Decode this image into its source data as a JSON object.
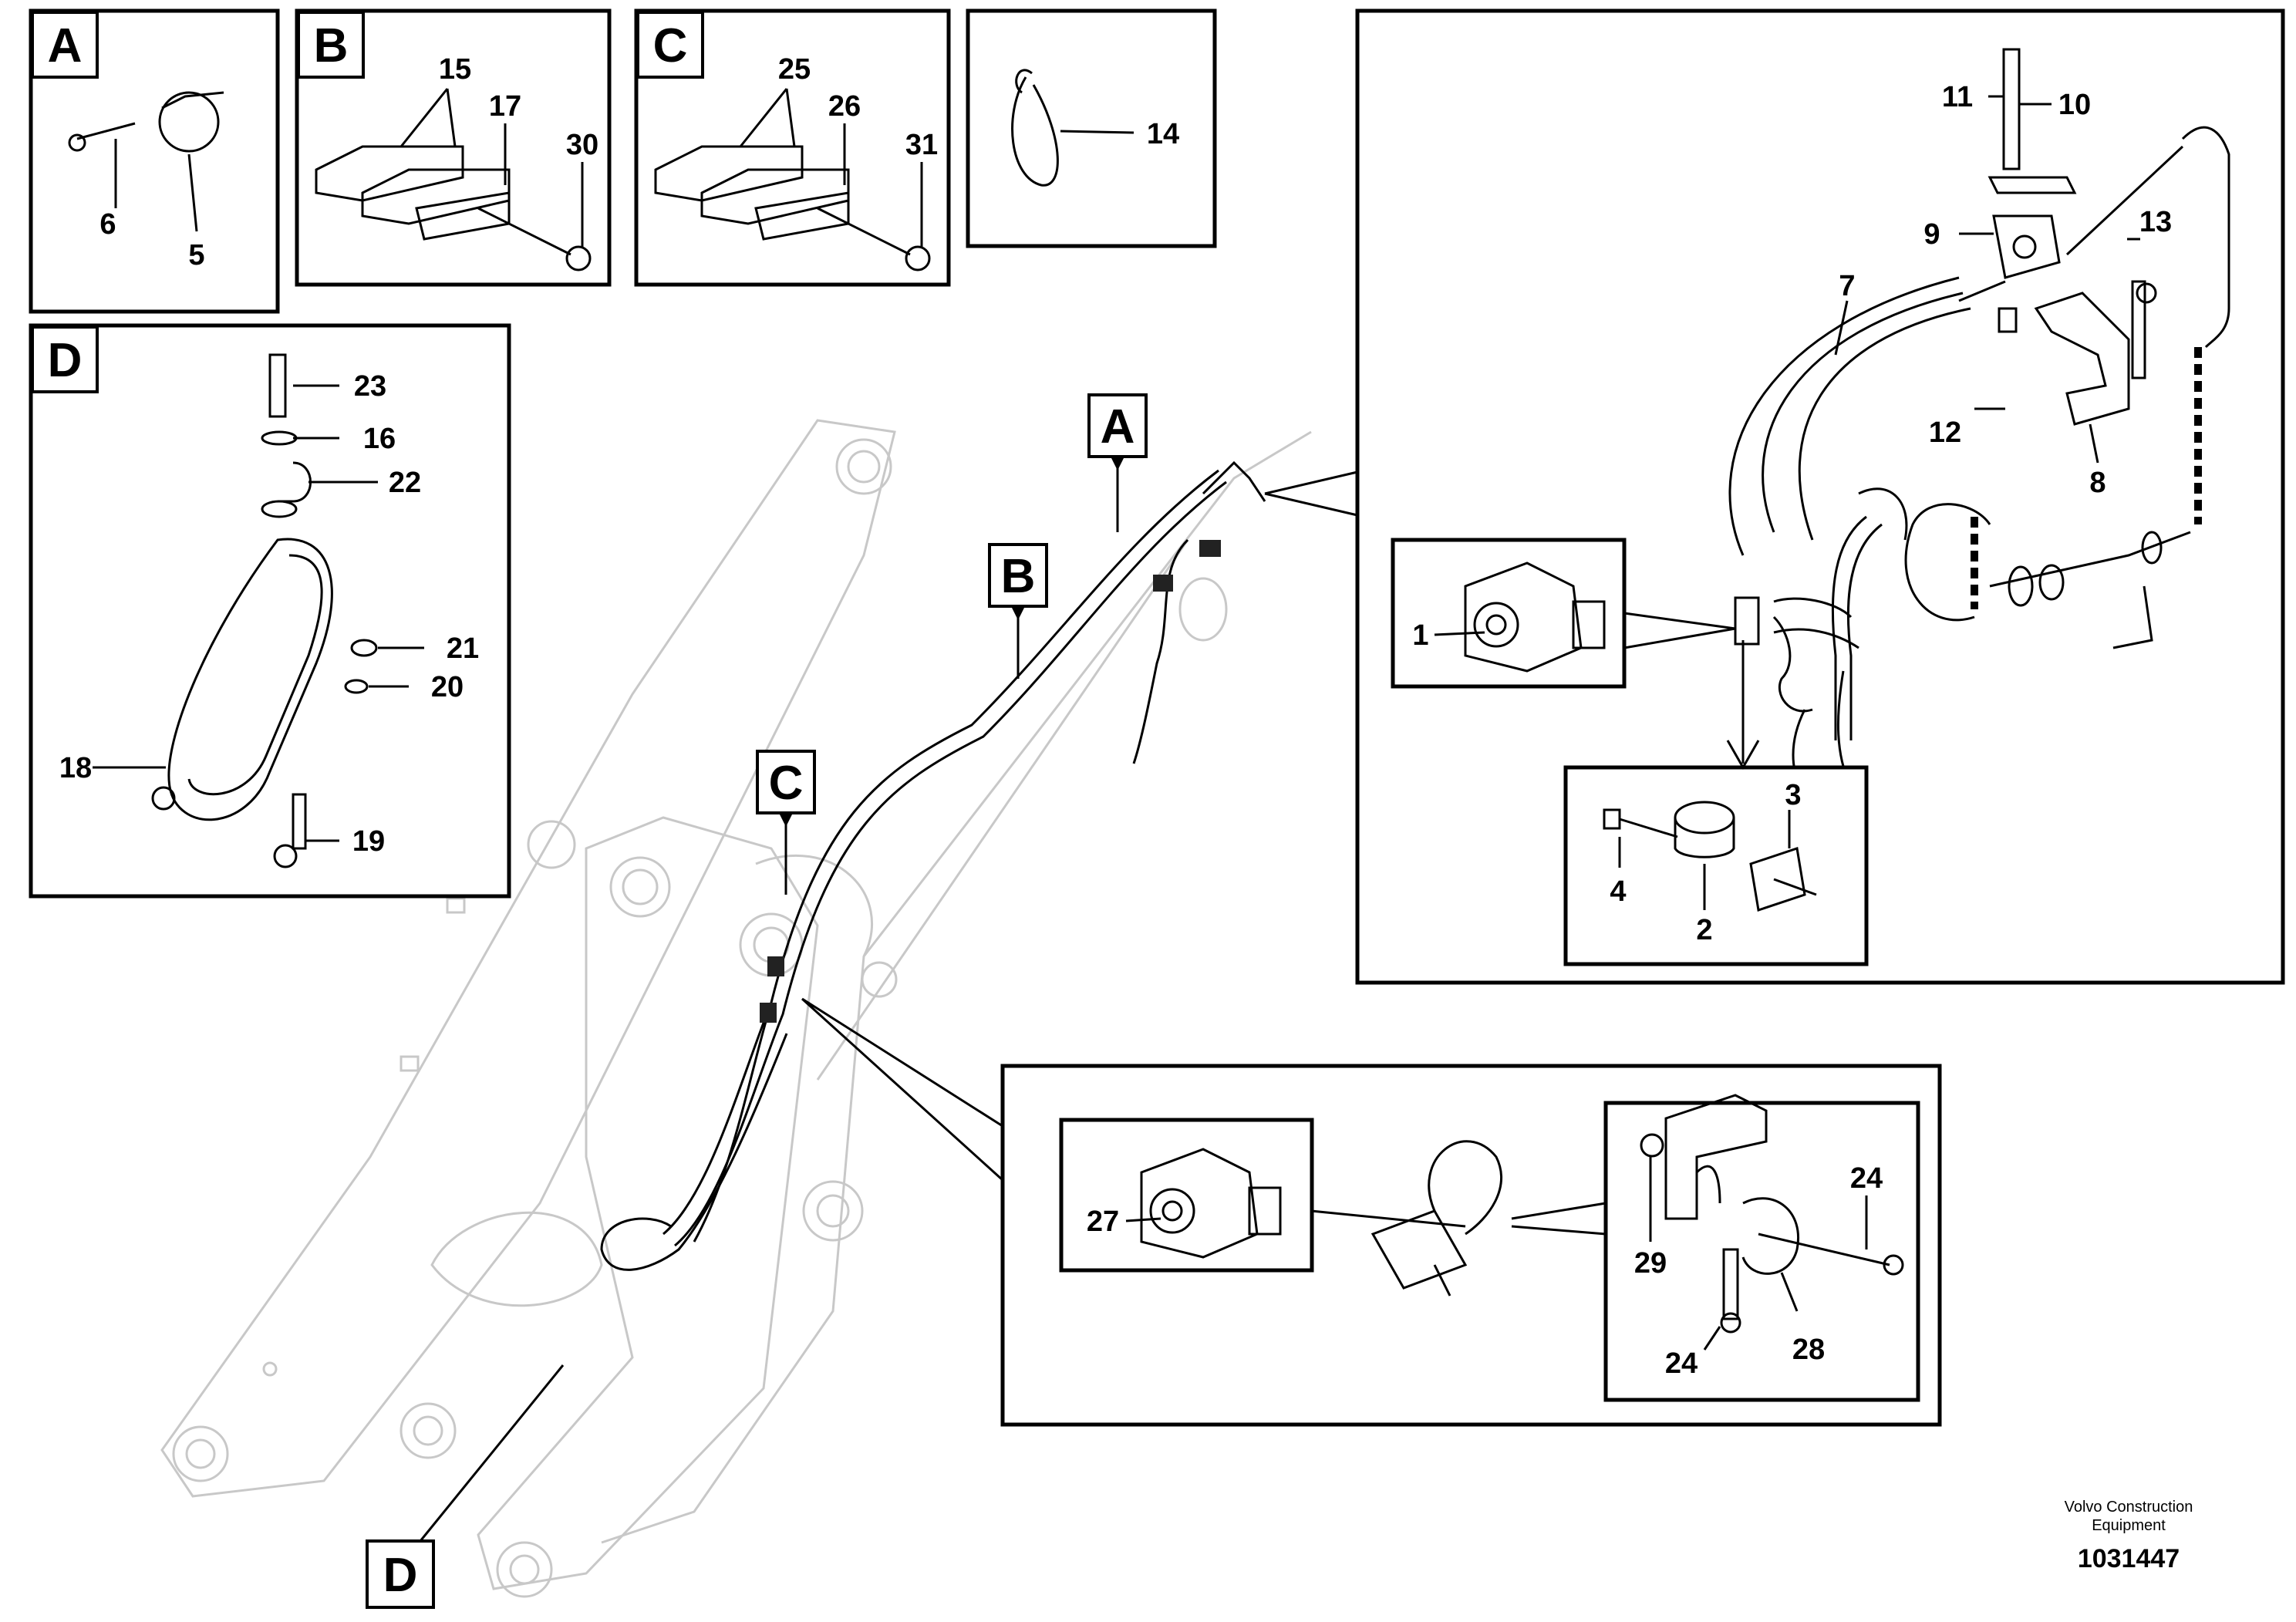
{
  "views": {
    "A": {
      "letter": "A",
      "callouts": [
        "6",
        "5"
      ]
    },
    "B": {
      "letter": "B",
      "callouts": [
        "15",
        "17",
        "30"
      ]
    },
    "C": {
      "letter": "C",
      "callouts": [
        "25",
        "26",
        "31"
      ]
    },
    "tie": {
      "callouts": [
        "14"
      ]
    },
    "D": {
      "letter": "D",
      "callouts": [
        "23",
        "16",
        "22",
        "21",
        "20",
        "18",
        "19"
      ]
    },
    "main_detail": {
      "callouts": [
        "11",
        "10",
        "9",
        "13",
        "7",
        "12",
        "8",
        "1"
      ]
    },
    "sub_detail": {
      "callouts": [
        "3",
        "4",
        "2"
      ]
    },
    "bottom_detail": {
      "callouts": [
        "27",
        "24",
        "29",
        "24",
        "28"
      ]
    }
  },
  "arm_tags": {
    "A": "A",
    "B": "B",
    "C": "C",
    "D": "D"
  },
  "footer": {
    "brand_line1": "Volvo Construction",
    "brand_line2": "Equipment",
    "doc_number": "1031447"
  }
}
